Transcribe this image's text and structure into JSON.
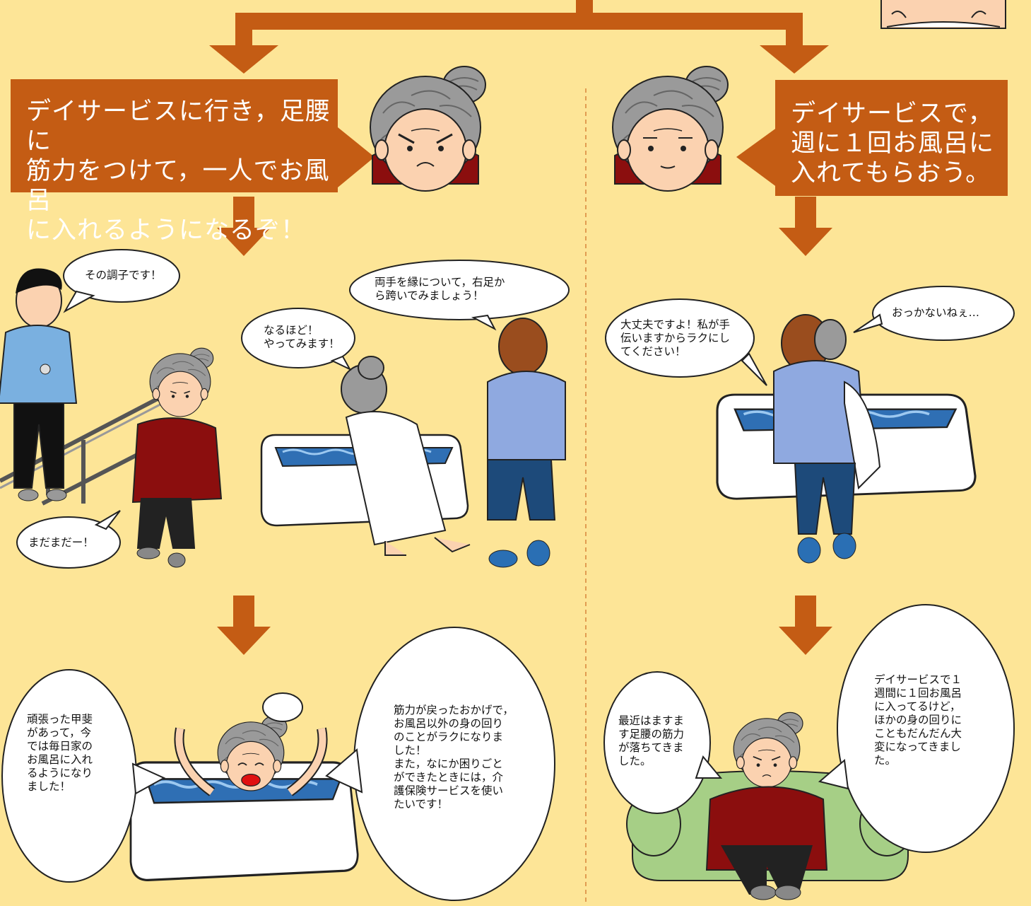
{
  "colors": {
    "background": "#fde597",
    "accent": "#c45c14",
    "bubble_fill": "#ffffff",
    "divider": "#d8843a"
  },
  "left_branch": {
    "plan_box": "デイサービスに行き，足腰に\n筋力をつけて，一人でお風呂\nに入れるようになるぞ！",
    "scene_training": {
      "staff_speech": "その調子です！",
      "user_speech": "まだまだー！",
      "instructor_speech": "両手を縁について，右足か\nら跨いでみましょう！",
      "bath_user_speech": "なるほど！\nやってみます！"
    },
    "outcome": {
      "narration": "頑張った甲斐\nがあって，今\nでは毎日家の\nお風呂に入れ\nるようになり\nました！",
      "user_speech": "筋力が戻ったおかげで，\nお風呂以外の身の回り\nのことがラクになりま\nした！\nまた，なにか困りごと\nができたときには，介\n護保険サービスを使い\nたいです！"
    }
  },
  "right_branch": {
    "plan_box": "デイサービスで，\n週に１回お風呂に\n入れてもらおう。",
    "scene_assist": {
      "caregiver_speech": "大丈夫ですよ！私が手\n伝いますからラクにし\nてください！",
      "user_speech": "おっかないねぇ…"
    },
    "outcome": {
      "narration": "最近はますま\nす足腰の筋力\nが落ちてきま\nした。",
      "user_speech": "デイサービスで１\n週間に１回お風呂\nに入ってるけど，\nほかの身の回りに\nこともだんだん大\n変になってきまし\nた。"
    }
  },
  "icons": [
    "down-arrow-icon",
    "branch-connector",
    "grandma-determined",
    "grandma-calm",
    "grandma-happy",
    "grandma-tired",
    "bathtub",
    "handrail",
    "staff-person",
    "caregiver",
    "sofa"
  ]
}
